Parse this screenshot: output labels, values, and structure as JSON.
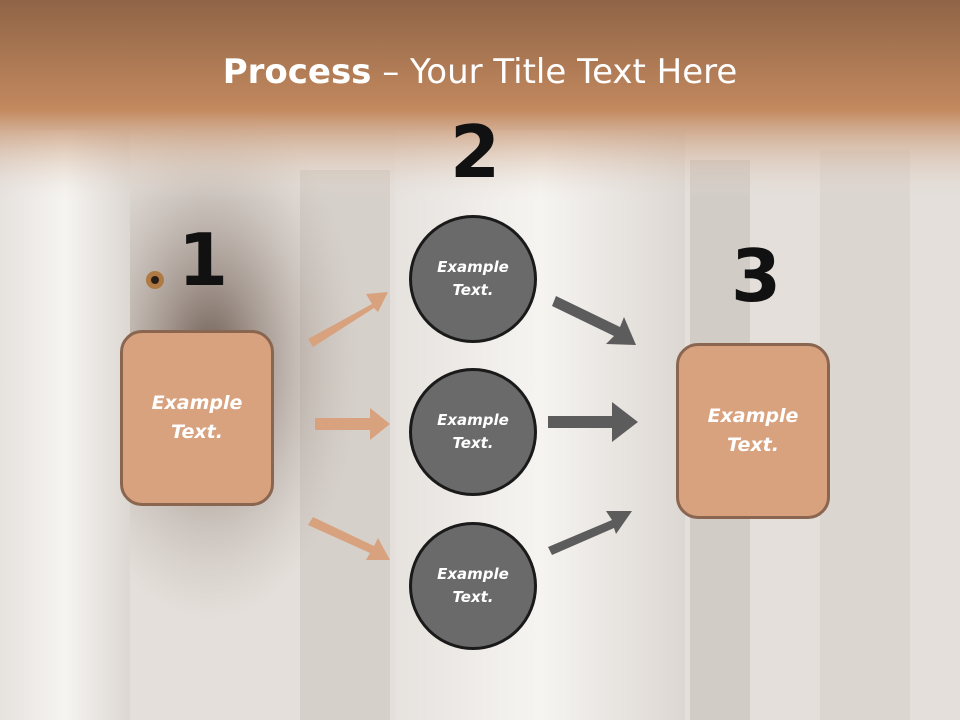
{
  "slide": {
    "title_bold": "Process",
    "title_rest": " – Your Title Text Here",
    "numbers": [
      "1",
      "2",
      "3"
    ],
    "left_box": {
      "text": "Example\nText."
    },
    "right_box": {
      "text": "Example\nText."
    },
    "circles": [
      {
        "text": "Example\nText."
      },
      {
        "text": "Example\nText."
      },
      {
        "text": "Example\nText."
      }
    ]
  },
  "colors": {
    "header": "#c08a63",
    "box_fill": "#d8a27f",
    "box_border": "#8a6650",
    "circle_fill": "#6a6a6a",
    "arrow_left": "#d8a27f",
    "arrow_right": "#5c5c5c"
  }
}
